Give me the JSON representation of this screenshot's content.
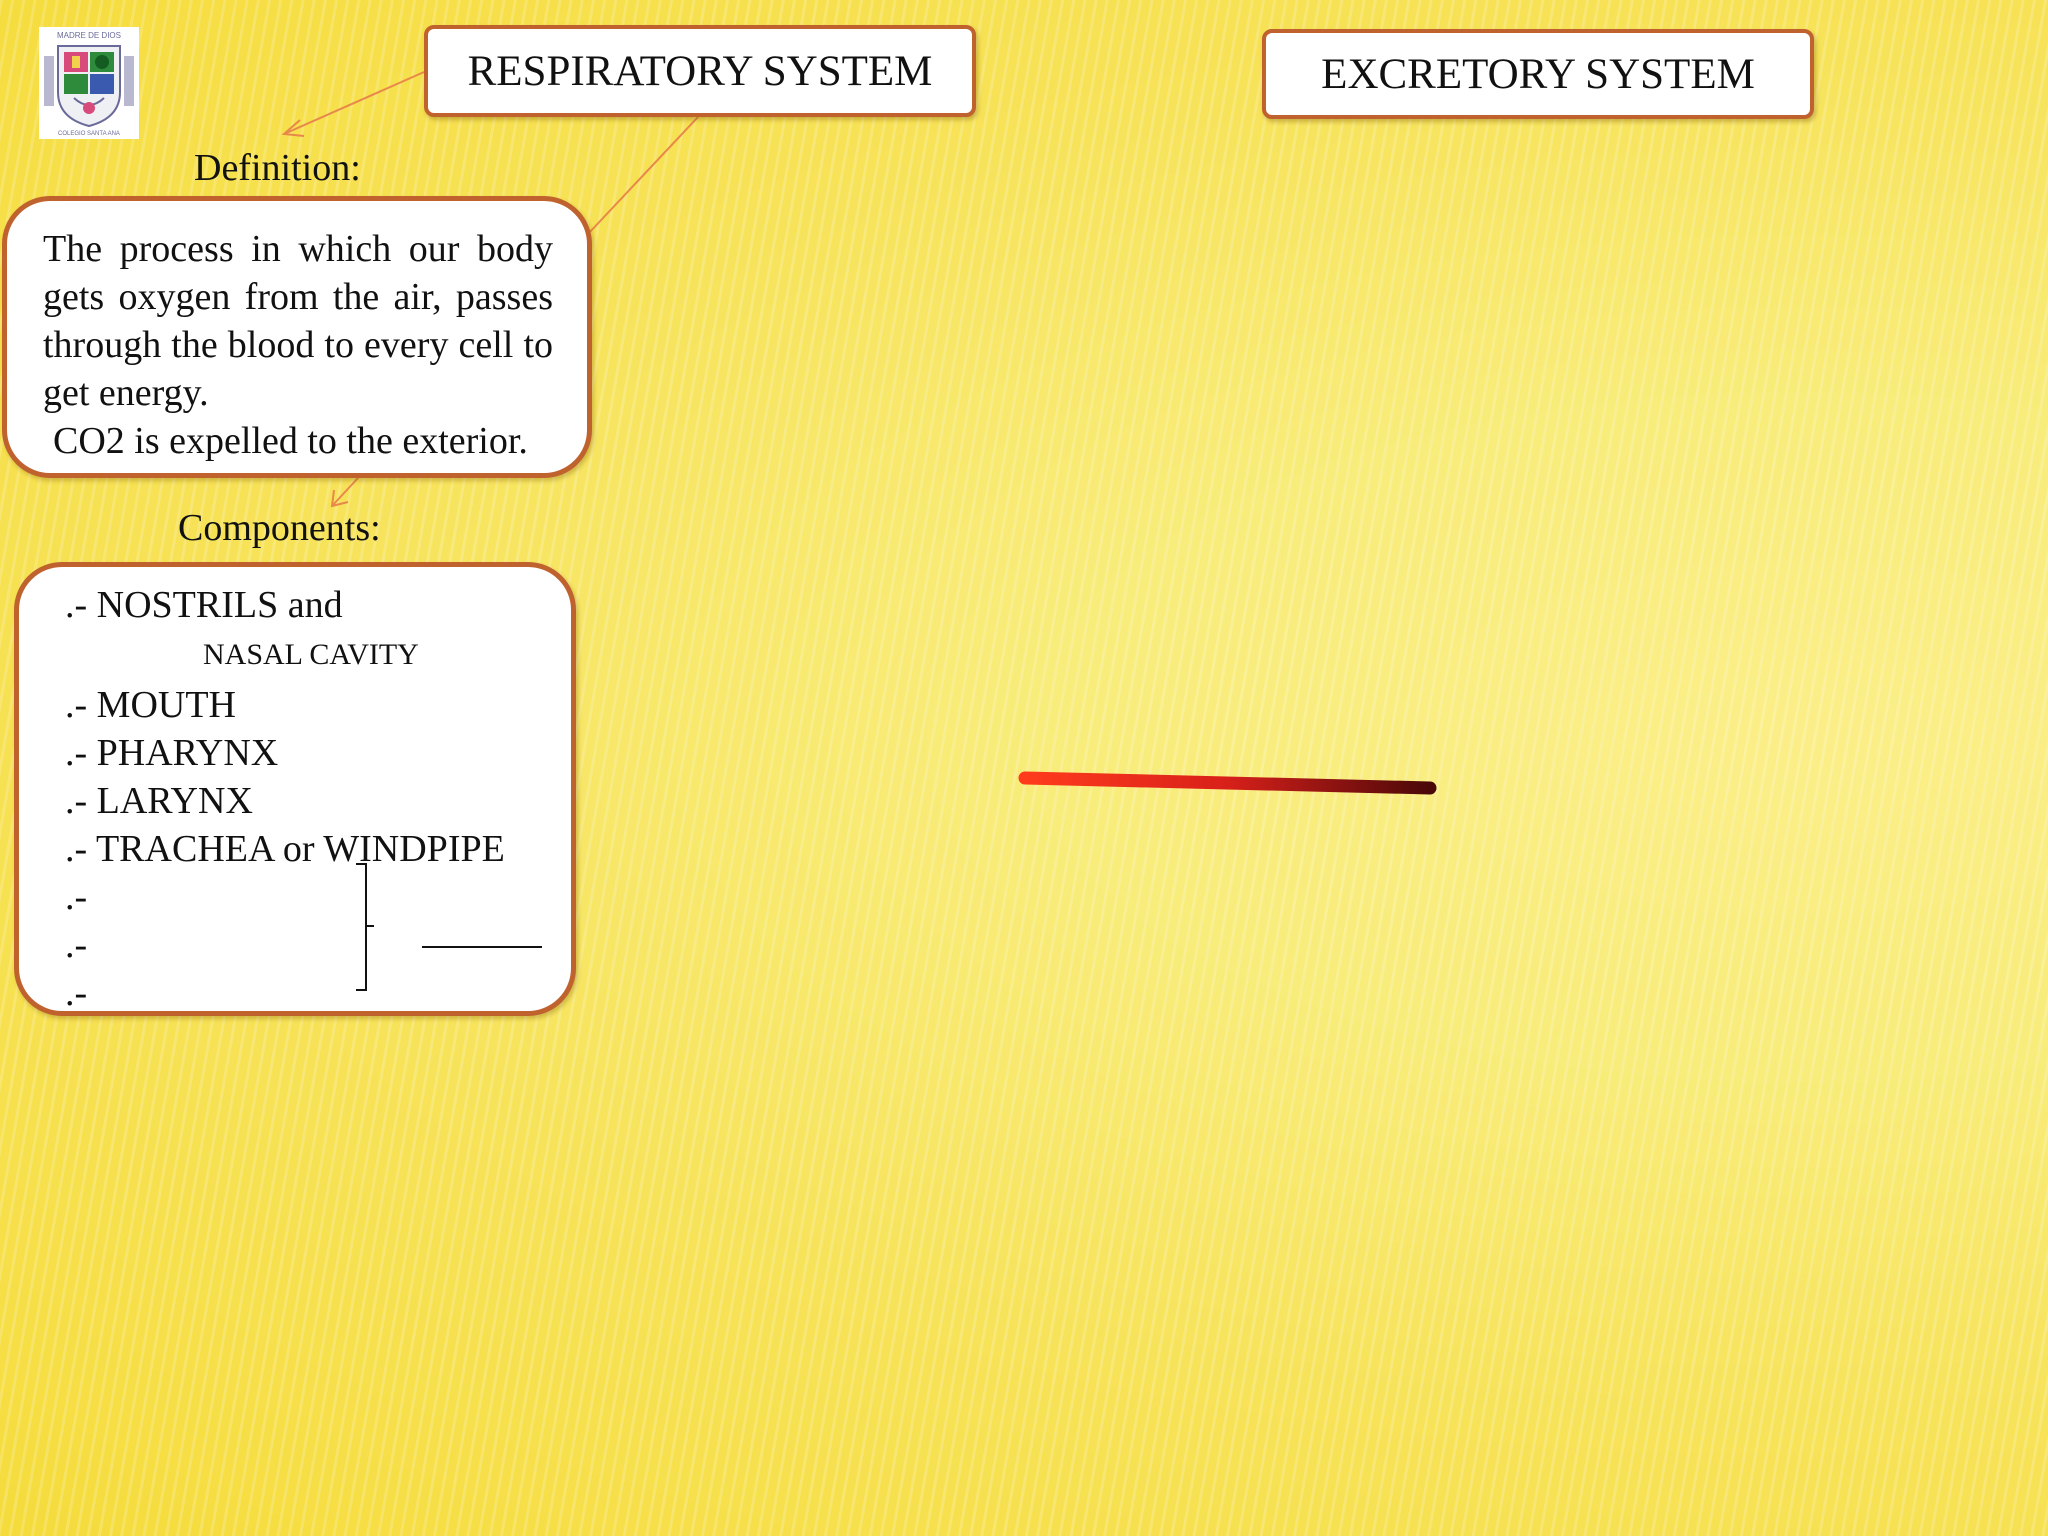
{
  "slide": {
    "respiratory_title": "RESPIRATORY SYSTEM",
    "excretory_title": "EXCRETORY SYSTEM",
    "definition_label": "Definition:",
    "definition_text": "The process in which our body gets oxygen from the air, passes through the blood to every cell to get energy.",
    "definition_tail": "CO2 is expelled to the exterior.",
    "components_label": "Components:",
    "components": [
      ".- NOSTRILS and",
      "NASAL CAVITY",
      ".- MOUTH",
      ".- PHARYNX",
      ".- LARYNX",
      ".- TRACHEA or WINDPIPE"
    ],
    "blank_items": [
      ".-",
      ".-",
      ".-"
    ],
    "logo_text": "MADRE DE DIOS",
    "logo_ring_text": "COLEGIO SANTA ANA"
  },
  "colors": {
    "border": "#c0622e",
    "arrow": "#e8884a",
    "background": "#f7e35a",
    "divider_top": "#fff200",
    "divider_mid": "#e5261c",
    "divider_dark": "#5a0a0a"
  },
  "icons": {
    "logo": "school-crest-icon",
    "brace": "right-brace-icon"
  }
}
